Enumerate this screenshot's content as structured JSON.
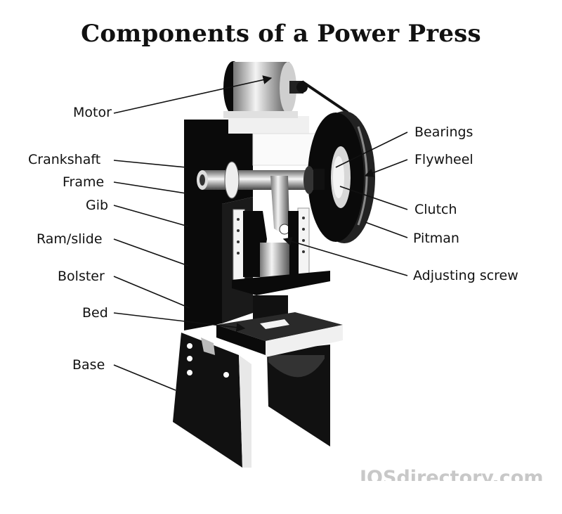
{
  "title": "Components of a Power Press",
  "labels": {
    "motor": "Motor",
    "crankshaft": "Crankshaft",
    "frame": "Frame",
    "gib": "Gib",
    "ram_slide": "Ram/slide",
    "bolster": "Bolster",
    "bed": "Bed",
    "base": "Base",
    "bearings": "Bearings",
    "flywheel": "Flywheel",
    "clutch": "Clutch",
    "pitman": "Pitman",
    "adjusting_screw": "Adjusting screw"
  },
  "watermark": "IQSdirectory.com"
}
